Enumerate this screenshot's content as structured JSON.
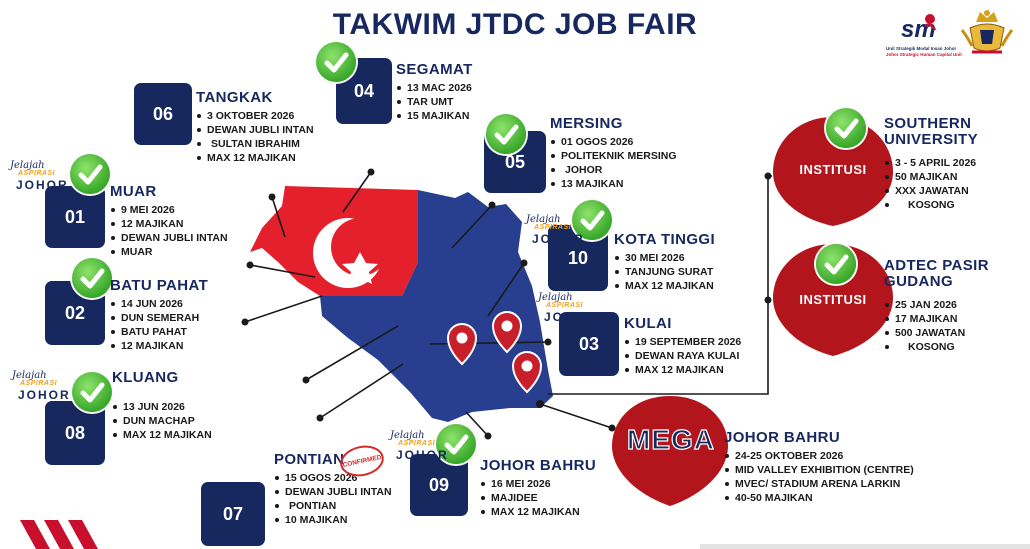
{
  "title": "TAKWIM JTDC JOB FAIR",
  "logo": {
    "line1": "Unit Strategik Modal Insan Johor",
    "line2": "Johor Strategic Human Capital Unit"
  },
  "colors": {
    "navy": "#17285e",
    "red": "#c8102e",
    "flag_red": "#e3202b",
    "map_blue": "#283e8f",
    "green": "#3aa82b"
  },
  "events": [
    {
      "id": "muar",
      "number": "01",
      "name": "MUAR",
      "details": [
        "9 MEI 2026",
        "12 MAJIKAN",
        "DEWAN JUBLI INTAN",
        "MUAR"
      ],
      "completed": true
    },
    {
      "id": "batu_pahat",
      "number": "02",
      "name": "BATU PAHAT",
      "details": [
        "14 JUN  2026",
        "DUN SEMERAH",
        " BATU PAHAT",
        "12 MAJIKAN"
      ],
      "completed": true
    },
    {
      "id": "kulai",
      "number": "03",
      "name": "KULAI",
      "details": [
        "19 SEPTEMBER 2026",
        "DEWAN RAYA KULAI",
        "MAX 12 MAJIKAN"
      ],
      "completed": false
    },
    {
      "id": "segamat",
      "number": "04",
      "name": "SEGAMAT",
      "details": [
        "13 MAC 2026",
        "TAR UMT",
        "15 MAJIKAN"
      ],
      "completed": true
    },
    {
      "id": "mersing",
      "number": "05",
      "name": "MERSING",
      "details": [
        "01 OGOS 2026",
        "POLITEKNIK   MERSING",
        "JOHOR",
        "13 MAJIKAN"
      ],
      "completed": true
    },
    {
      "id": "tangkak",
      "number": "06",
      "name": "TANGKAK",
      "details": [
        "3 OKTOBER 2026",
        "DEWAN JUBLI INTAN",
        "SULTAN IBRAHIM",
        "MAX 12 MAJIKAN"
      ],
      "completed": false
    },
    {
      "id": "pontian",
      "number": "07",
      "name": "PONTIAN",
      "details": [
        "15 OGOS  2026",
        "DEWAN JUBLI INTAN",
        "PONTIAN",
        "10  MAJIKAN"
      ],
      "completed": false,
      "stamp": "CONFIRMED"
    },
    {
      "id": "kluang",
      "number": "08",
      "name": "KLUANG",
      "details": [
        "13 JUN 2026",
        "DUN MACHAP",
        "MAX 12 MAJIKAN"
      ],
      "completed": true
    },
    {
      "id": "johor_bahru",
      "number": "09",
      "name": "JOHOR BAHRU",
      "details": [
        "16 MEI 2026",
        "MAJIDEE",
        "MAX 12 MAJIKAN"
      ],
      "completed": true
    },
    {
      "id": "kota_tinggi",
      "number": "10",
      "name": "KOTA TINGGI",
      "details": [
        "30 MEI 2026",
        "TANJUNG SURAT",
        "MAX 12 MAJIKAN"
      ],
      "completed": true
    }
  ],
  "institutions": [
    {
      "id": "southern",
      "label": "INSTITUSI",
      "name_lines": [
        "SOUTHERN",
        "UNIVERSITY"
      ],
      "details": [
        "3 - 5 APRIL 2026",
        "50  MAJIKAN",
        "XXX JAWATAN",
        "KOSONG"
      ],
      "completed": true
    },
    {
      "id": "adtec",
      "label": "INSTITUSI",
      "name_lines": [
        "ADTEC PASIR",
        "GUDANG"
      ],
      "details": [
        "25 JAN  2026",
        "17 MAJIKAN",
        "500 JAWATAN",
        "KOSONG"
      ],
      "completed": true
    }
  ],
  "mega": {
    "label": "MEGA",
    "name": "JOHOR BAHRU",
    "details": [
      "24-25 OKTOBER 2026",
      "MID VALLEY EXHIBITION (CENTRE)",
      "MVEC/ STADIUM ARENA LARKIN",
      "40-50 MAJIKAN"
    ]
  },
  "jelajah": {
    "line1": "Jelajah",
    "line2": "ASPIRASI",
    "line3": "JOHOR"
  }
}
